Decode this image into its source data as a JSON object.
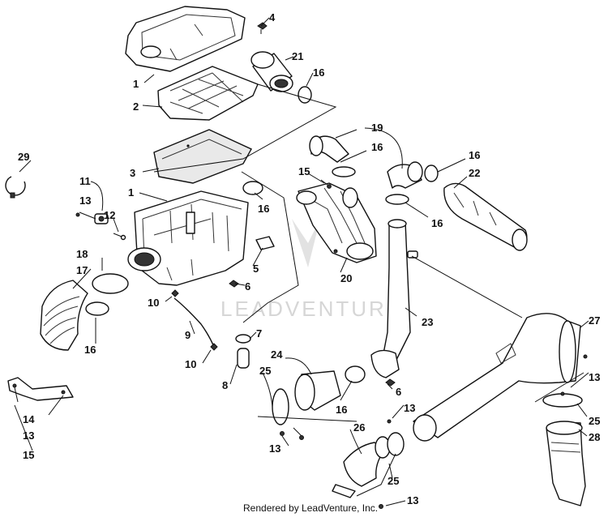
{
  "diagram": {
    "watermark": "LEADVENTURE",
    "credit": "Rendered by LeadVenture, Inc."
  },
  "callouts": {
    "c1_lid": "1",
    "c1_box": "1",
    "c2": "2",
    "c3": "3",
    "c4": "4",
    "c5": "5",
    "c6_left": "6",
    "c6_right": "6",
    "c7": "7",
    "c8": "8",
    "c9": "9",
    "c10_top": "10",
    "c10_bottom": "10",
    "c11": "11",
    "c12": "12",
    "c13_a": "13",
    "c13_b": "13",
    "c13_c": "13",
    "c13_d": "13",
    "c13_e": "13",
    "c13_f": "13",
    "c14": "14",
    "c15_left": "15",
    "c15_mid": "15",
    "c16_a": "16",
    "c16_b": "16",
    "c16_c": "16",
    "c16_d": "16",
    "c16_e": "16",
    "c16_f": "16",
    "c16_g": "16",
    "c17": "17",
    "c18": "18",
    "c19": "19",
    "c20": "20",
    "c21": "21",
    "c22": "22",
    "c23": "23",
    "c24": "24",
    "c25_a": "25",
    "c25_b": "25",
    "c25_c": "25",
    "c26": "26",
    "c27": "27",
    "c28": "28",
    "c29": "29"
  }
}
